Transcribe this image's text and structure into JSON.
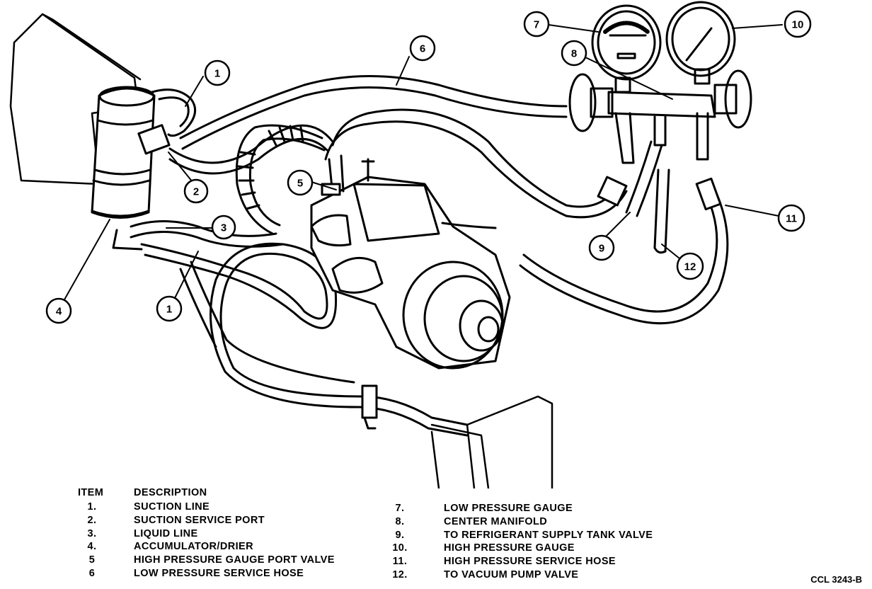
{
  "callouts": {
    "c1a": "1",
    "c1b": "1",
    "c2": "2",
    "c3": "3",
    "c4": "4",
    "c5": "5",
    "c6": "6",
    "c7": "7",
    "c8": "8",
    "c9": "9",
    "c10": "10",
    "c11": "11",
    "c12": "12"
  },
  "legend": {
    "item_header": "ITEM",
    "desc_header": "DESCRIPTION",
    "left": [
      {
        "num": "1.",
        "desc": "SUCTION LINE"
      },
      {
        "num": "2.",
        "desc": "SUCTION SERVICE PORT"
      },
      {
        "num": "3.",
        "desc": "LIQUID LINE"
      },
      {
        "num": "4.",
        "desc": "ACCUMULATOR/DRIER"
      },
      {
        "num": "5",
        "desc": "HIGH PRESSURE GAUGE PORT VALVE"
      },
      {
        "num": "6",
        "desc": "LOW PRESSURE SERVICE HOSE"
      }
    ],
    "right": [
      {
        "num": "7.",
        "desc": "LOW PRESSURE GAUGE"
      },
      {
        "num": "8.",
        "desc": "CENTER MANIFOLD"
      },
      {
        "num": "9.",
        "desc": "TO REFRIGERANT SUPPLY TANK VALVE"
      },
      {
        "num": "10.",
        "desc": "HIGH PRESSURE GAUGE"
      },
      {
        "num": "11.",
        "desc": "HIGH PRESSURE SERVICE HOSE"
      },
      {
        "num": "12.",
        "desc": "TO VACUUM PUMP VALVE"
      }
    ]
  },
  "reference_code": "CCL 3243-B",
  "colors": {
    "ink": "#000000",
    "paper": "#ffffff"
  }
}
